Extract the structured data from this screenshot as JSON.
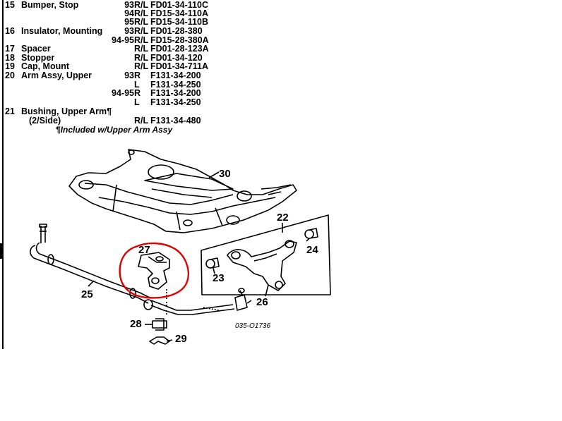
{
  "parts_list": [
    {
      "num": "15",
      "name": "Bumper, Stop",
      "years": "93",
      "side": "R/L",
      "part": "FD01-34-110C"
    },
    {
      "num": "",
      "name": "",
      "years": "94",
      "side": "R/L",
      "part": "FD15-34-110A"
    },
    {
      "num": "",
      "name": "",
      "years": "95",
      "side": "R/L",
      "part": "FD15-34-110B"
    },
    {
      "num": "16",
      "name": "Insulator, Mounting",
      "years": "93",
      "side": "R/L",
      "part": "FD01-28-380"
    },
    {
      "num": "",
      "name": "",
      "years": "94-95",
      "side": "R/L",
      "part": "FD15-28-380A"
    },
    {
      "num": "17",
      "name": "Spacer",
      "years": "",
      "side": "R/L",
      "part": "FD01-28-123A"
    },
    {
      "num": "18",
      "name": "Stopper",
      "years": "",
      "side": "R/L",
      "part": "FD01-34-120"
    },
    {
      "num": "19",
      "name": "Cap, Mount",
      "years": "",
      "side": "R/L",
      "part": "FD01-34-711A"
    },
    {
      "num": "20",
      "name": "Arm Assy, Upper",
      "years": "93",
      "side": "R",
      "part": "F131-34-200"
    },
    {
      "num": "",
      "name": "",
      "years": "",
      "side": "L",
      "part": "F131-34-250"
    },
    {
      "num": "",
      "name": "",
      "years": "94-95",
      "side": "R",
      "part": "F131-34-200"
    },
    {
      "num": "",
      "name": "",
      "years": "",
      "side": "L",
      "part": "F131-34-250"
    },
    {
      "num": "21",
      "name": "Bushing, Upper Arm¶",
      "years": "",
      "side": "R/L",
      "part": "F131-34-480"
    },
    {
      "num": "",
      "name": "(2/Side)",
      "years": "",
      "side": "",
      "part": ""
    }
  ],
  "footnote": "¶Included w/Upper Arm Assy",
  "callouts": {
    "c22": "22",
    "c23": "23",
    "c24": "24",
    "c25": "25",
    "c26": "26",
    "c27": "27",
    "c28": "28",
    "c29": "29",
    "c30": "30"
  },
  "diagram_code": "035-O1736",
  "colors": {
    "ink": "#000000",
    "highlight_circle": "#e00000"
  }
}
